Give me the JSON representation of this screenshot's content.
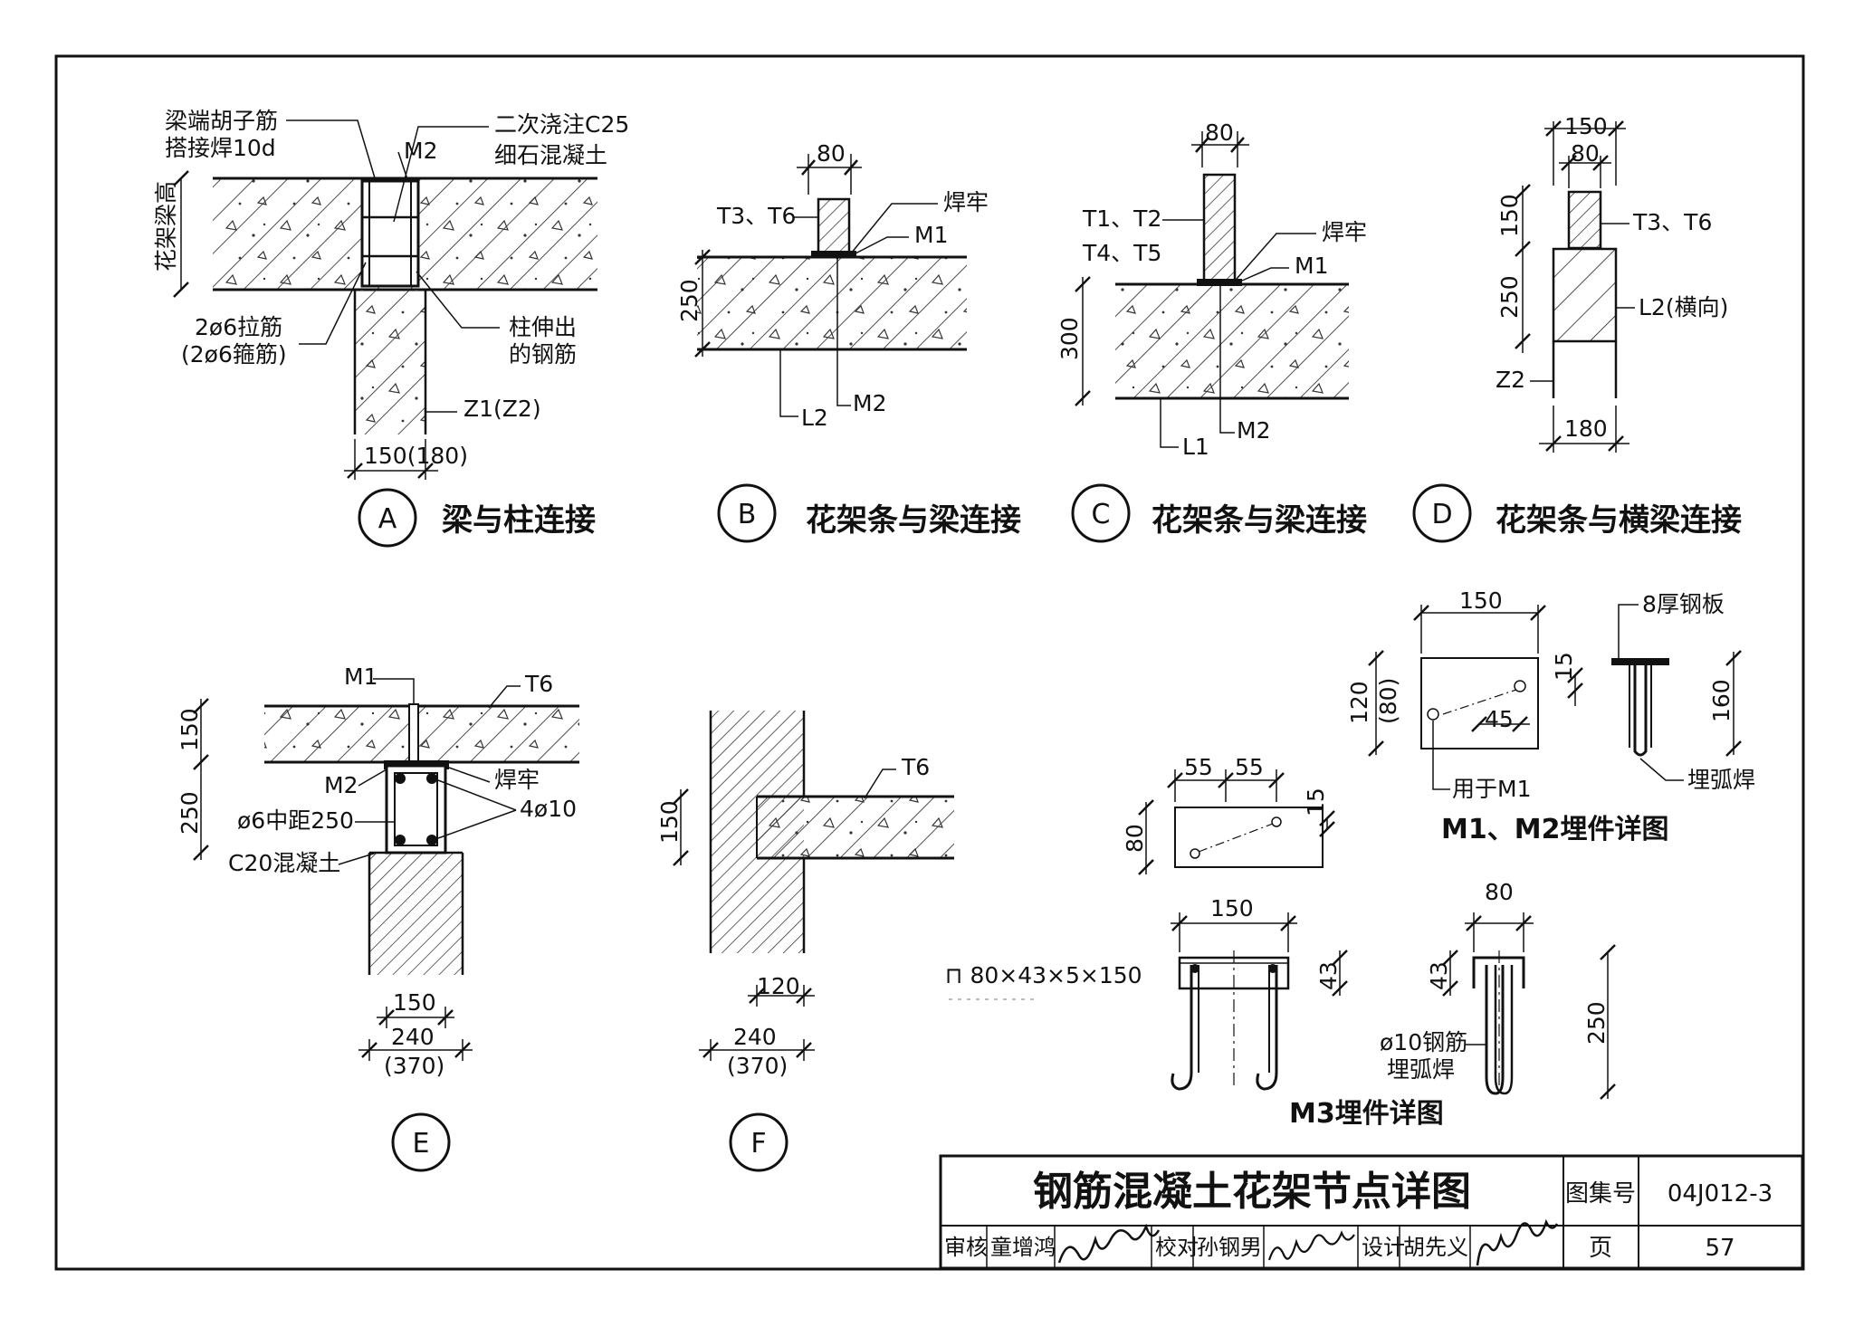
{
  "sheet": {
    "title": "钢筋混凝土花架节点详图",
    "atlas_label": "图集号",
    "atlas_no": "04J012-3",
    "page_label": "页",
    "page_no": "57",
    "review_label": "审核",
    "reviewer": "童增鸿",
    "check_label": "校对",
    "checker": "孙钢男",
    "design_label": "设计",
    "designer": "胡先义"
  },
  "detail_a": {
    "bubble": "A",
    "title": "梁与柱连接",
    "weld_note_1": "梁端胡子筋",
    "weld_note_2": "搭接焊10d",
    "grout_1": "二次浇注C25",
    "grout_2": "细石混凝土",
    "m2": "M2",
    "beam_height": "花架梁高",
    "ties_1": "2ø6拉筋",
    "ties_2": "(2ø6箍筋)",
    "col_bars_1": "柱伸出",
    "col_bars_2": "的钢筋",
    "column": "Z1(Z2)",
    "width": "150(180)"
  },
  "detail_b": {
    "bubble": "B",
    "title": "花架条与梁连接",
    "w": "80",
    "t": "T3、T6",
    "weld": "焊牢",
    "m1": "M1",
    "h": "250",
    "beam": "L2",
    "m2": "M2"
  },
  "detail_c": {
    "bubble": "C",
    "title": "花架条与梁连接",
    "w": "80",
    "t1": "T1、T2",
    "t2": "T4、T5",
    "weld": "焊牢",
    "m1": "M1",
    "h": "300",
    "beam": "L1",
    "m2": "M2"
  },
  "detail_d": {
    "bubble": "D",
    "title": "花架条与横梁连接",
    "w1": "150",
    "w2": "80",
    "h1": "150",
    "h2": "250",
    "t": "T3、T6",
    "beam": "L2(横向)",
    "col": "Z2",
    "w3": "180"
  },
  "detail_e": {
    "bubble": "E",
    "m1": "M1",
    "t6": "T6",
    "h1": "150",
    "h2": "250",
    "m2": "M2",
    "weld": "焊牢",
    "bars": "4ø10",
    "stirrup": "ø6中距250",
    "concrete": "C20混凝土",
    "w1": "150",
    "w2": "240",
    "w3": "(370)"
  },
  "detail_f": {
    "bubble": "F",
    "t6": "T6",
    "h": "150",
    "w1": "120",
    "w2": "240",
    "w3": "(370)"
  },
  "m1m2": {
    "title": "M1、M2埋件详图",
    "w": "150",
    "h1": "120",
    "h2": "(80)",
    "off1": "15",
    "off2": "45",
    "plate": "8厚钢板",
    "depth": "160",
    "for_m1": "用于M1",
    "weld": "埋弧焊"
  },
  "m3": {
    "title": "M3埋件详图",
    "w1": "55",
    "w2": "55",
    "off": "15",
    "h": "80",
    "channel": "⊓ 80×43×5×150",
    "w3": "150",
    "h43a": "43",
    "w4": "80",
    "h43b": "43",
    "depth": "250",
    "bar_1": "ø10钢筋",
    "bar_2": "埋弧焊"
  }
}
